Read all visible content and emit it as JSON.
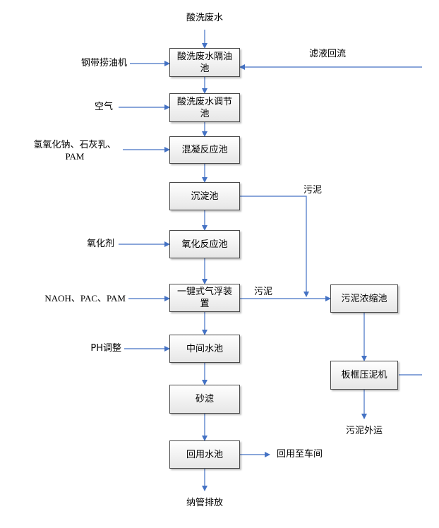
{
  "main_input": "酸洗废水",
  "boxes": {
    "oil_tank": "酸洗废水隔油池",
    "adjust_tank": "酸洗废水调节池",
    "coag_tank": "混凝反应池",
    "settle_tank": "沉淀池",
    "oxid_tank": "氧化反应池",
    "float_device": "一键式气浮装置",
    "mid_tank": "中间水池",
    "sand_filter": "砂滤",
    "reuse_tank": "回用水池",
    "thickener": "污泥浓缩池",
    "filter_press": "板框压泥机"
  },
  "inputs": {
    "skimmer": "钢带捞油机",
    "air": "空气",
    "chem_line1": "氢氧化钠、石灰乳、",
    "chem_line2": "PAM",
    "oxidant": "氧化剂",
    "float_chems": "NAOH、PAC、PAM",
    "ph": "PH调整"
  },
  "flows": {
    "filtrate_return": "滤液回流",
    "sludge_1": "污泥",
    "sludge_2": "污泥",
    "reuse_out": "回用至车间",
    "sludge_out": "污泥外运",
    "discharge": "纳管排放"
  },
  "colors": {
    "arrow": "#4472c4",
    "box_border": "#4a4a4a"
  }
}
